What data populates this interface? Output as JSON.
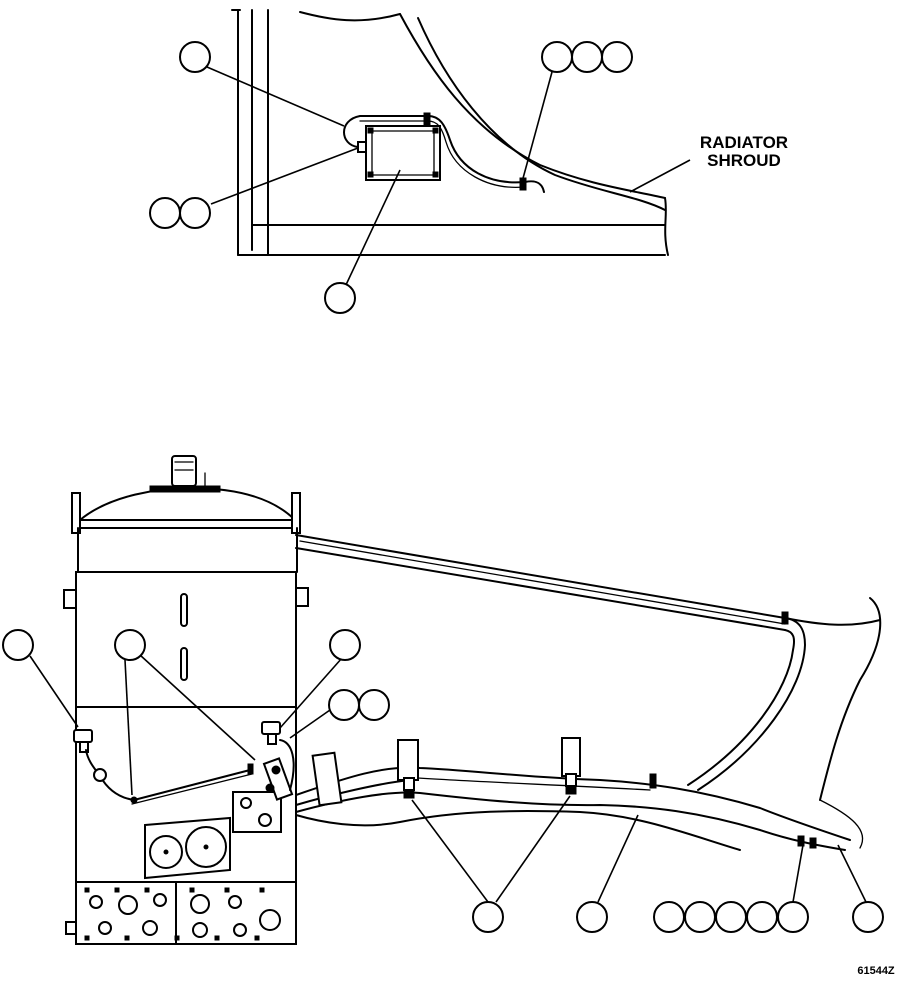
{
  "labels": {
    "radiator_line1": "RADIATOR",
    "radiator_line2": "SHROUD"
  },
  "figure_code": "61544Z"
}
